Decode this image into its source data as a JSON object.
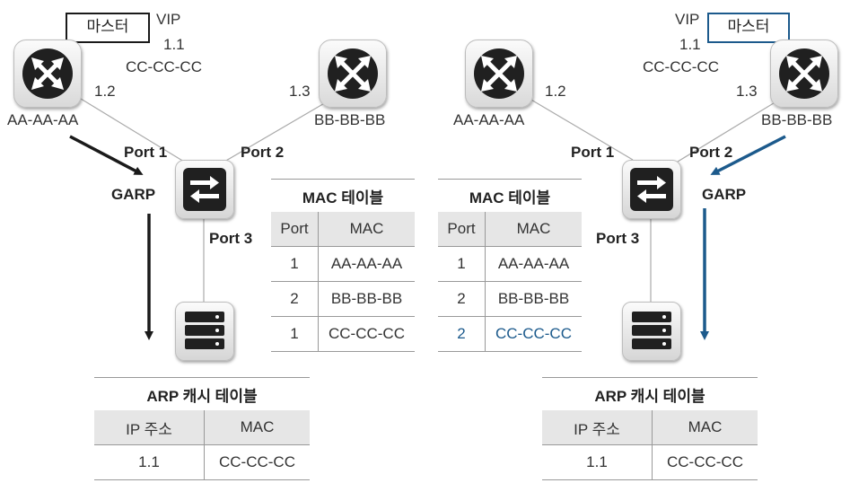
{
  "left": {
    "master_label": "마스터",
    "vip_label": "VIP",
    "vip_ip": "1.1",
    "vip_mac": "CC-CC-CC",
    "router1_ip": "1.2",
    "router1_mac": "AA-AA-AA",
    "router2_ip": "1.3",
    "router2_mac": "BB-BB-BB",
    "port1": "Port 1",
    "port2": "Port 2",
    "port3": "Port 3",
    "garp": "GARP",
    "arp_table": {
      "title": "ARP 캐시 테이블",
      "headers": [
        "IP 주소",
        "MAC"
      ],
      "rows": [
        [
          "1.1",
          "CC-CC-CC"
        ]
      ]
    }
  },
  "mac_table_before": {
    "title": "MAC 테이블",
    "headers": [
      "Port",
      "MAC"
    ],
    "rows": [
      [
        "1",
        "AA-AA-AA"
      ],
      [
        "2",
        "BB-BB-BB"
      ],
      [
        "1",
        "CC-CC-CC"
      ]
    ]
  },
  "mac_table_after": {
    "title": "MAC 테이블",
    "headers": [
      "Port",
      "MAC"
    ],
    "rows": [
      [
        "1",
        "AA-AA-AA"
      ],
      [
        "2",
        "BB-BB-BB"
      ],
      [
        "2",
        "CC-CC-CC"
      ]
    ]
  },
  "right": {
    "master_label": "마스터",
    "vip_label": "VIP",
    "vip_ip": "1.1",
    "vip_mac": "CC-CC-CC",
    "router1_ip": "1.2",
    "router1_mac": "AA-AA-AA",
    "router2_ip": "1.3",
    "router2_mac": "BB-BB-BB",
    "port1": "Port 1",
    "port2": "Port 2",
    "port3": "Port 3",
    "garp": "GARP",
    "arp_table": {
      "title": "ARP 캐시 테이블",
      "headers": [
        "IP 주소",
        "MAC"
      ],
      "rows": [
        [
          "1.1",
          "CC-CC-CC"
        ]
      ]
    }
  },
  "colors": {
    "highlight": "#1c5a8c",
    "arrow_black": "#1a1a1a",
    "header_fill": "#e6e6e6"
  }
}
